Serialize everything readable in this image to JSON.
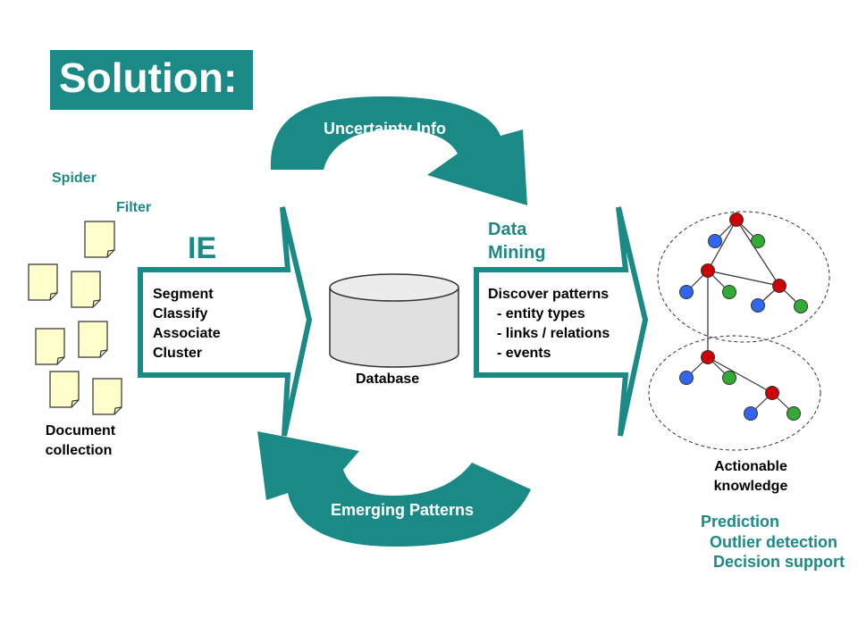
{
  "title": "Solution:",
  "labels": {
    "spider": "Spider",
    "filter": "Filter",
    "document_collection": [
      "Document",
      "collection"
    ],
    "ie": "IE",
    "ie_steps": [
      "Segment",
      "Classify",
      "Associate",
      "Cluster"
    ],
    "database": "Database",
    "data_mining": [
      "Data",
      "Mining"
    ],
    "dm_steps": [
      "Discover patterns",
      "- entity types",
      "- links / relations",
      "- events"
    ],
    "uncertainty_info": "Uncertainty Info",
    "emerging_patterns": "Emerging Patterns",
    "actionable_knowledge": [
      "Actionable",
      "knowledge"
    ],
    "outcomes": [
      "Prediction",
      "Outlier detection",
      "Decision support"
    ]
  },
  "colors": {
    "accent": "#1b8a86",
    "document": "#ffffcc",
    "node_red": "#cc0000",
    "node_blue": "#3366ee",
    "node_green": "#33aa33",
    "database_fill": "#e0e0e0"
  }
}
